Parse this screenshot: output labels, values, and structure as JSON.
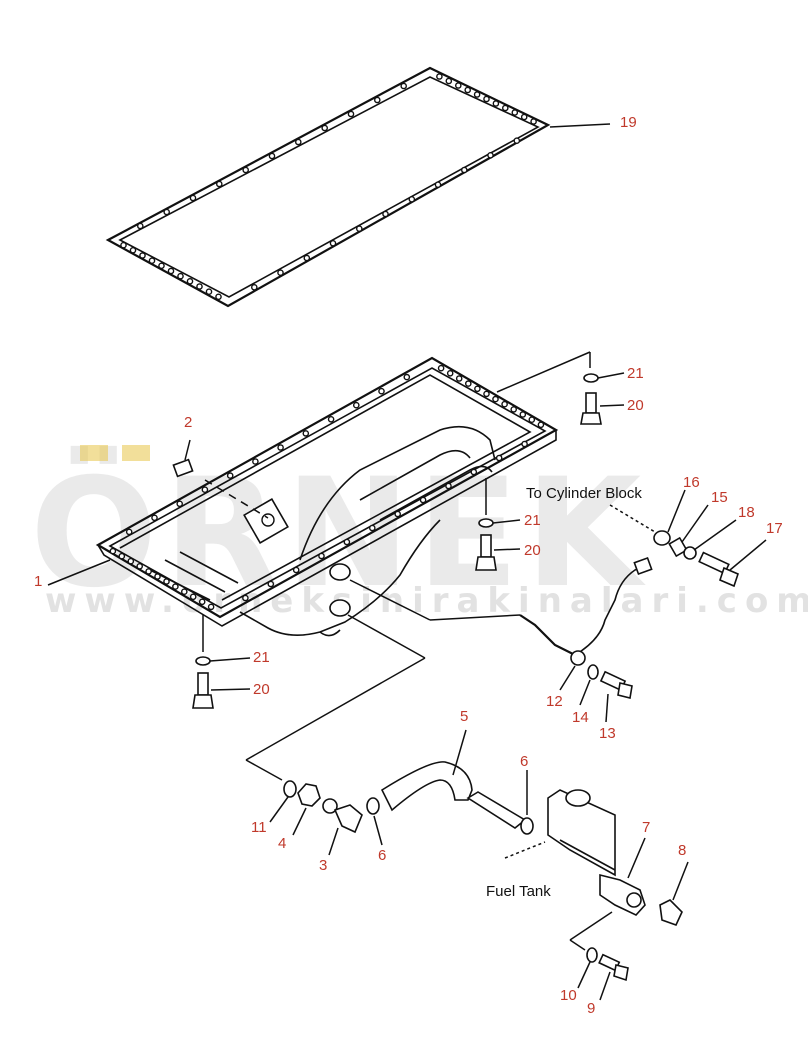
{
  "watermark": {
    "brand": "ÖRNEK",
    "url": "www.orneksinirakinalari.com.tr",
    "colors": {
      "grey": "#d9d9d9",
      "accent": "#e8c547"
    }
  },
  "labels": {
    "to_cylinder_block": "To Cylinder Block",
    "fuel_tank": "Fuel Tank"
  },
  "callouts": {
    "c1": "1",
    "c2": "2",
    "c3": "3",
    "c4": "4",
    "c5": "5",
    "c6a": "6",
    "c6b": "6",
    "c7": "7",
    "c8": "8",
    "c9": "9",
    "c10": "10",
    "c11": "11",
    "c12": "12",
    "c13": "13",
    "c14": "14",
    "c15": "15",
    "c16": "16",
    "c17": "17",
    "c18": "18",
    "c19": "19",
    "c20a": "20",
    "c20b": "20",
    "c20c": "20",
    "c21a": "21",
    "c21b": "21",
    "c21c": "21"
  },
  "colors": {
    "callout_number": "#c0392b",
    "line": "#111111"
  }
}
